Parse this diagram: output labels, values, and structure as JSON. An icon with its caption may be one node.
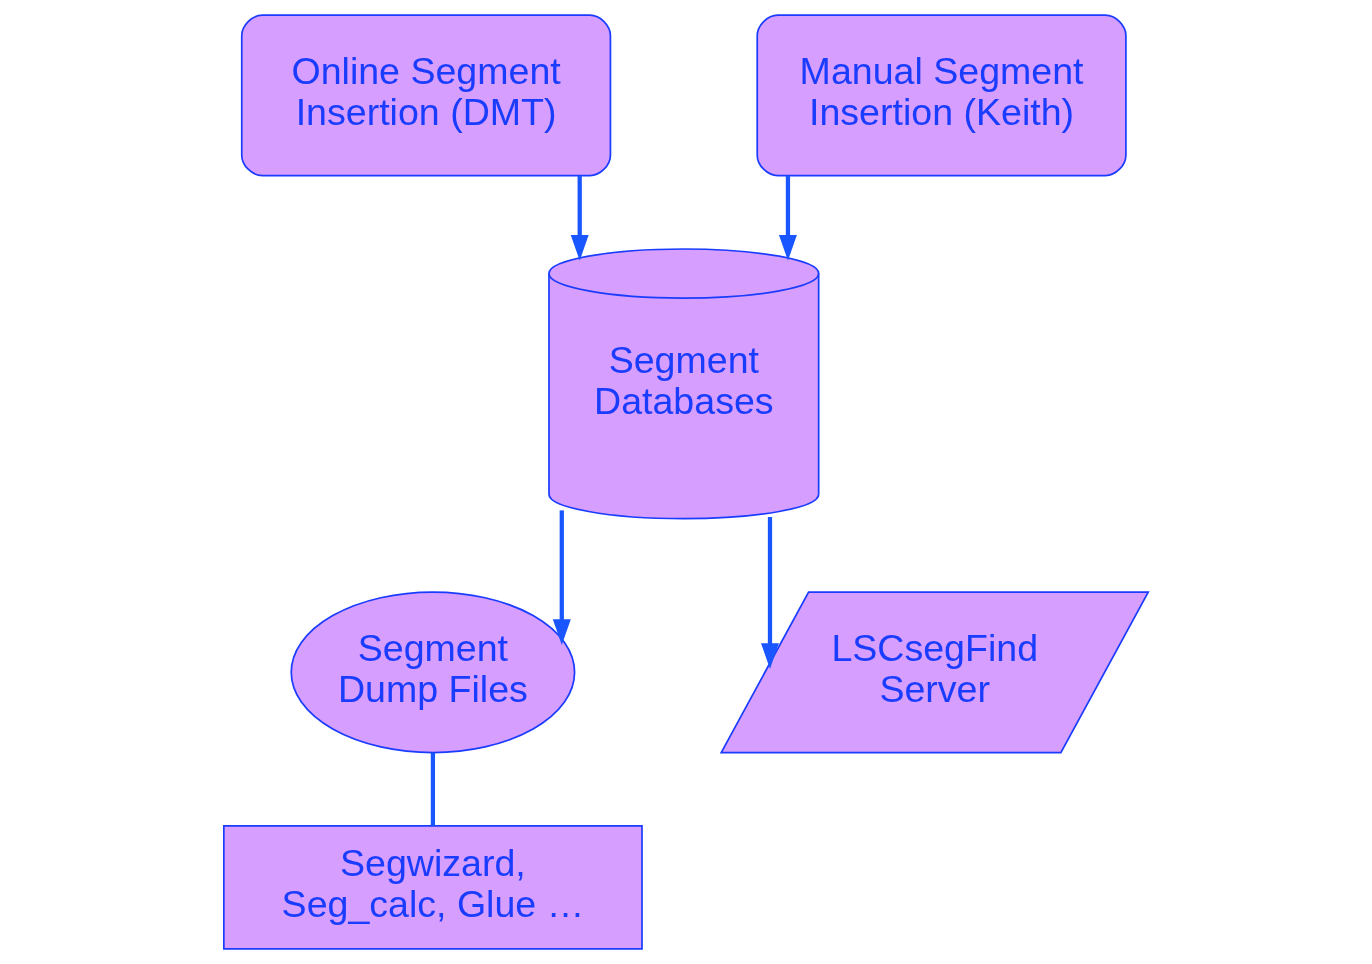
{
  "diagram": {
    "nodes": [
      {
        "text": [
          "Online Segment Insertion (DMT)"
        ]
      },
      {
        "text": [
          "Manual Segment Insertion (Keith)"
        ]
      },
      {
        "text": [
          "Segment Databases"
        ]
      },
      {
        "text": [
          "Segment Dump Files"
        ]
      },
      {
        "text": [
          "LSCsegFind Server"
        ]
      },
      {
        "text": [
          "Segwizard, Seg_calc, Glue …"
        ]
      }
    ],
    "edges": [
      {
        "from": 0,
        "to": 2,
        "arrow": "to"
      },
      {
        "from": 1,
        "to": 2,
        "arrow": "to"
      },
      {
        "from": 2,
        "to": 3,
        "arrow": "to"
      },
      {
        "from": 2,
        "to": 4,
        "arrow": "to"
      },
      {
        "from": 3,
        "to": 5,
        "arrow": "none"
      }
    ]
  }
}
